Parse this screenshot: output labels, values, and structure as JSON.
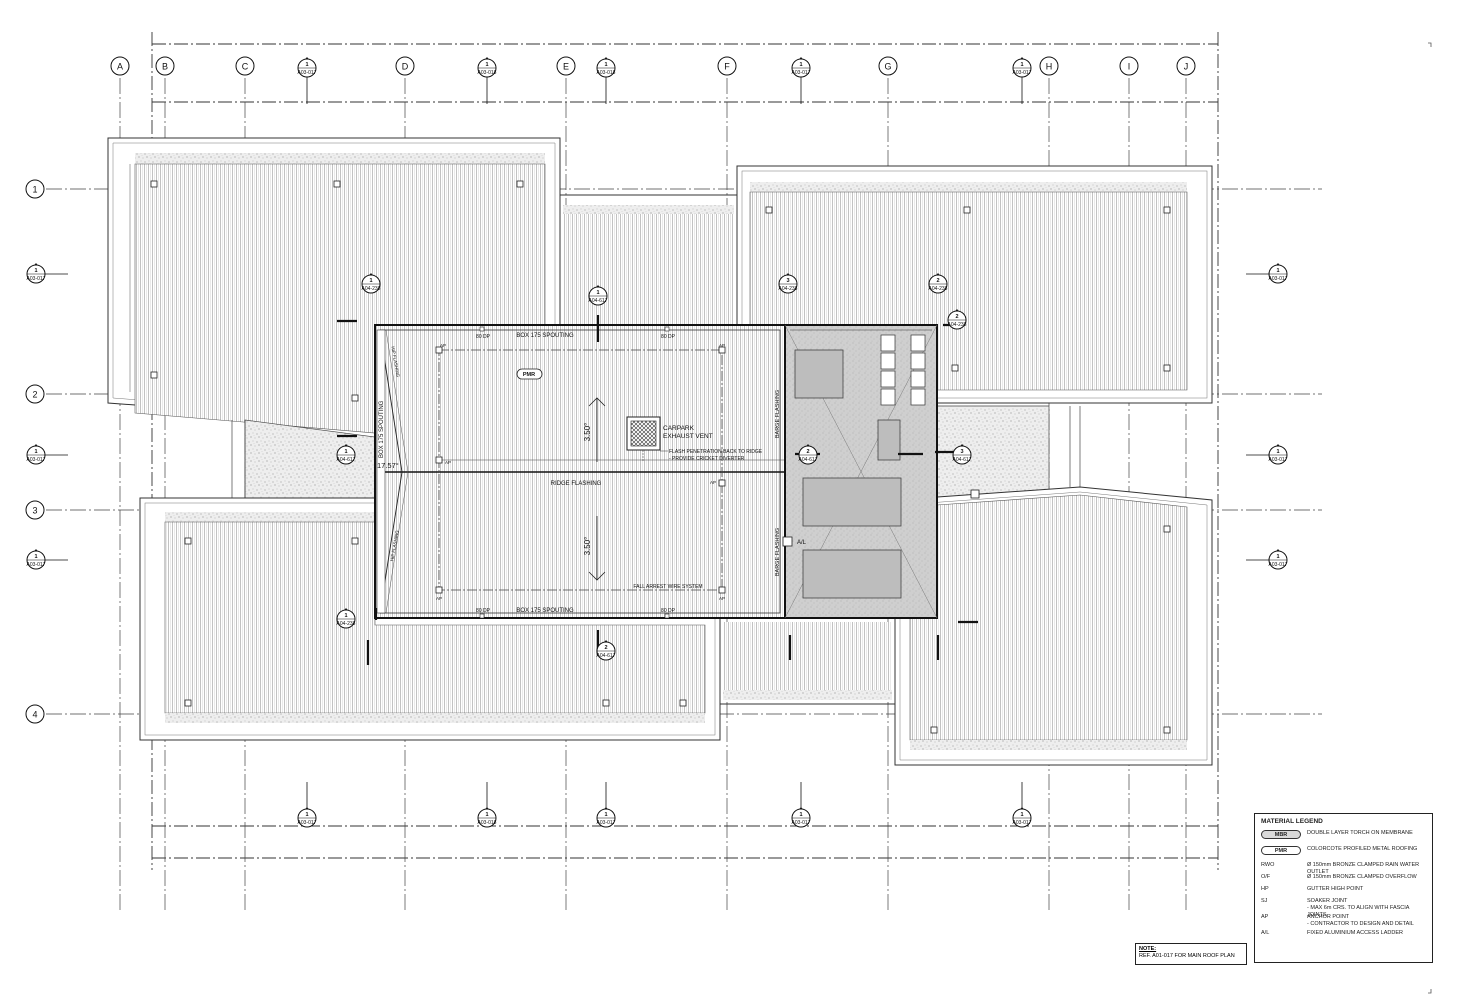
{
  "grid": {
    "columns": [
      "A",
      "B",
      "C",
      "D",
      "E",
      "F",
      "G",
      "H",
      "I",
      "J"
    ],
    "rows": [
      "1",
      "2",
      "3",
      "4"
    ]
  },
  "sections": {
    "top": [
      {
        "num": "1",
        "ref": "A03-017"
      },
      {
        "num": "1",
        "ref": "A03-018"
      },
      {
        "num": "1",
        "ref": "A03-018"
      },
      {
        "num": "1",
        "ref": "A03-017"
      },
      {
        "num": "1",
        "ref": "A03-017"
      }
    ],
    "bottom": [
      {
        "num": "1",
        "ref": "A03-017"
      },
      {
        "num": "1",
        "ref": "A03-018"
      },
      {
        "num": "1",
        "ref": "A03-017"
      },
      {
        "num": "1",
        "ref": "A03-017"
      },
      {
        "num": "1",
        "ref": "A03-017"
      }
    ],
    "left": [
      {
        "num": "1",
        "ref": "A03-017"
      },
      {
        "num": "1",
        "ref": "A03-017"
      },
      {
        "num": "1",
        "ref": "A03-017"
      }
    ],
    "right": [
      {
        "num": "1",
        "ref": "A03-017"
      },
      {
        "num": "1",
        "ref": "A03-017"
      },
      {
        "num": "1",
        "ref": "A03-017"
      }
    ]
  },
  "details": [
    {
      "num": "1",
      "ref": "A04-238"
    },
    {
      "num": "1",
      "ref": "A04-617"
    },
    {
      "num": "3",
      "ref": "A04-238"
    },
    {
      "num": "2",
      "ref": "A04-238"
    },
    {
      "num": "2",
      "ref": "A04-238"
    },
    {
      "num": "1",
      "ref": "A04-617"
    },
    {
      "num": "2",
      "ref": "A04-617"
    },
    {
      "num": "3",
      "ref": "A04-617"
    },
    {
      "num": "1",
      "ref": "A04-238"
    },
    {
      "num": "2",
      "ref": "A04-617"
    }
  ],
  "annotations": {
    "box_spouting_top": "BOX 175 SPOUTING",
    "box_spouting_bottom": "BOX 175 SPOUTING",
    "box_spouting_left": "BOX 175 SPOUTING",
    "dp_1": "80 DP",
    "dp_2": "80 DP",
    "dp_3": "80 DP",
    "dp_4": "80 DP",
    "pmr_tag": "PMR",
    "slope_top": "3.50°",
    "slope_bottom": "3.50°",
    "carpark_vent_1": "CARPARK",
    "carpark_vent_2": "EXHAUST VENT",
    "flash_note_1": "FLASH PENETRATION BACK TO RIDGE",
    "flash_note_2": "- PROVIDE CRICKET DIVERTER",
    "ridge_flashing": "RIDGE FLASHING",
    "fall_arrest": "FALL ARREST WIRE SYSTEM",
    "barge_top": "BARGE FLASHING",
    "barge_bottom": "BARGE FLASHING",
    "hip_top": "HIP FLASHING",
    "hip_bottom": "HIP FLASHING",
    "angle": "17.57°",
    "ap": "AP",
    "al": "A/L"
  },
  "legend": {
    "title": "MATERIAL LEGEND",
    "items": [
      {
        "code": "MBR",
        "text": "DOUBLE LAYER TORCH ON MEMBRANE",
        "swatch": true
      },
      {
        "code": "PMR",
        "text": "COLORCOTE PROFILED METAL ROOFING",
        "swatch": true
      },
      {
        "code": "RWO",
        "text": "Ø 150mm BRONZE CLAMPED RAIN WATER OUTLET"
      },
      {
        "code": "O/F",
        "text": "Ø 150mm BRONZE CLAMPED OVERFLOW"
      },
      {
        "code": "HP",
        "text": "GUTTER HIGH POINT"
      },
      {
        "code": "SJ",
        "text": "SOAKER JOINT",
        "sub": "- MAX 6m CRS.  TO ALIGN WITH FASCIA JOINTS"
      },
      {
        "code": "AP",
        "text": "ANCHOR POINT",
        "sub": "- CONTRACTOR TO DESIGN AND DETAIL"
      },
      {
        "code": "A/L",
        "text": "FIXED ALUMINIUM ACCESS LADDER"
      }
    ]
  },
  "note": {
    "title": "NOTE:",
    "text": "REF. A01-017 FOR MAIN ROOF PLAN"
  }
}
